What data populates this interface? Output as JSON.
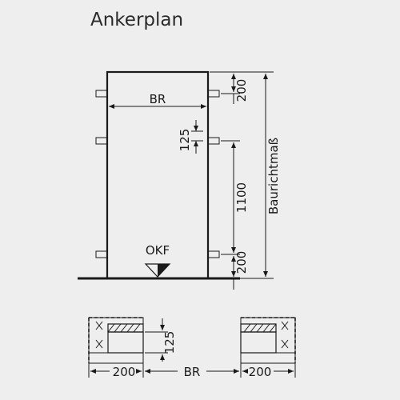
{
  "title": "Ankerplan",
  "elevation": {
    "width_label": "BR",
    "floor_label": "OKF",
    "top_dim": "200",
    "anchor_spacing_dim": "125",
    "middle_dim": "1100",
    "bottom_dim": "200",
    "overall_label": "Baurichtmaß"
  },
  "section": {
    "depth_dim": "125",
    "left_dim": "200",
    "center_label": "BR",
    "right_dim": "200"
  }
}
